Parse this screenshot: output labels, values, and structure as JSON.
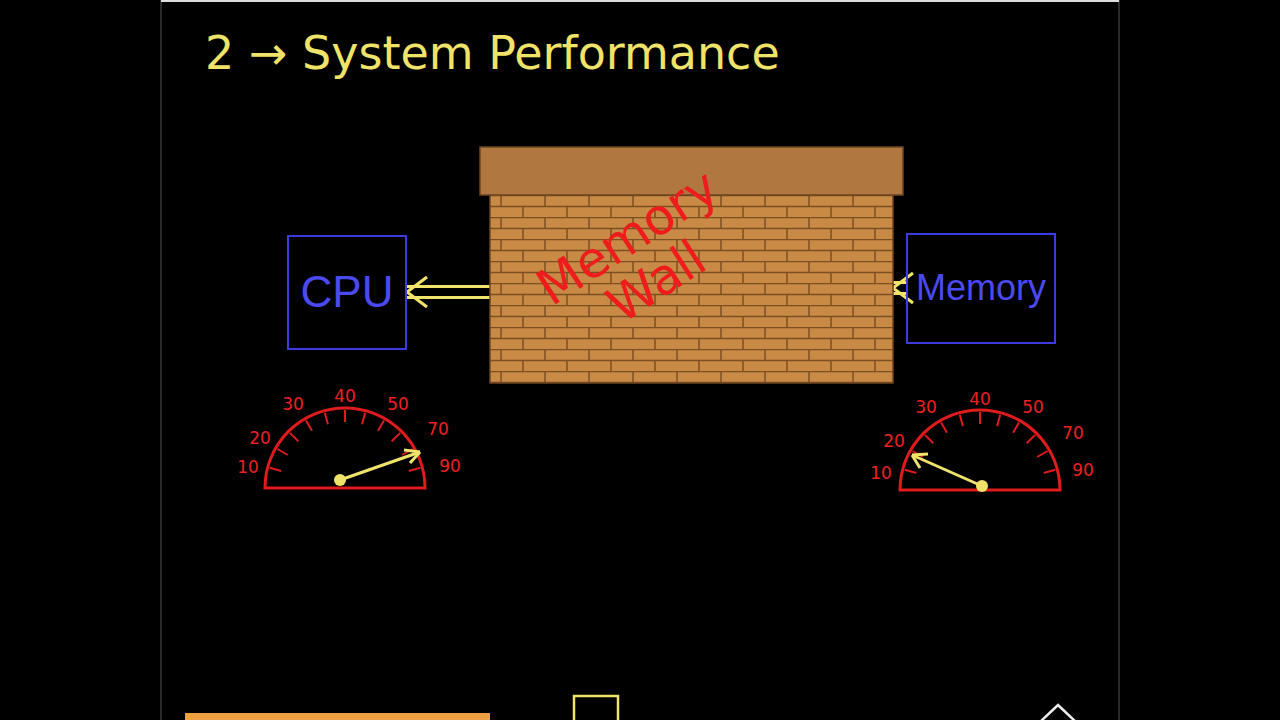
{
  "diagram": {
    "title": "2 → System Performance",
    "nodes": [
      {
        "text": [
          "CPU"
        ]
      },
      {
        "text": [
          "Memory Wall"
        ]
      },
      {
        "text": [
          "Memory"
        ]
      }
    ],
    "edges": [
      {
        "from": 1,
        "to": 0,
        "arrow": "to"
      },
      {
        "from": 2,
        "to": 1,
        "arrow": "to"
      }
    ],
    "labels": [
      "10",
      "20",
      "30",
      "40",
      "50",
      "70",
      "90",
      "10",
      "20",
      "30",
      "40",
      "50",
      "70",
      "90"
    ]
  }
}
